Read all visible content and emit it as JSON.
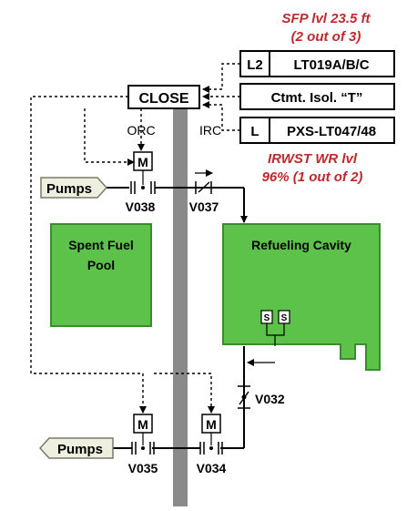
{
  "annotations": {
    "sfp_level_line1": "SFP lvl 23.5 ft",
    "sfp_level_line2": "(2 out of 3)",
    "irwst_line1": "IRWST WR lvl",
    "irwst_line2": "96% (1 out of 2)"
  },
  "signals": {
    "l2_prefix": "L2",
    "l2_instruments": "LT019A/B/C",
    "ctmt_isolation": "Ctmt. Isol. “T”",
    "l_prefix": "L",
    "l_instruments": "PXS-LT047/48"
  },
  "logic": {
    "close_label": "CLOSE"
  },
  "regions": {
    "orc_label": "ORC",
    "irc_label": "IRC"
  },
  "components": {
    "pumps_top": "Pumps",
    "pumps_bottom": "Pumps",
    "valve_v038": "V038",
    "valve_v037": "V037",
    "valve_v032": "V032",
    "valve_v035": "V035",
    "valve_v034": "V034",
    "motor_symbol": "M",
    "sensor_symbol": "S",
    "spent_fuel_pool_line1": "Spent Fuel",
    "spent_fuel_pool_line2": "Pool",
    "refueling_cavity": "Refueling Cavity"
  },
  "colors": {
    "annotation_red": "#c0282d",
    "pool_green": "#5cc24a",
    "pool_border": "#3b8a2e",
    "wall_gray": "#8a8a8a"
  }
}
